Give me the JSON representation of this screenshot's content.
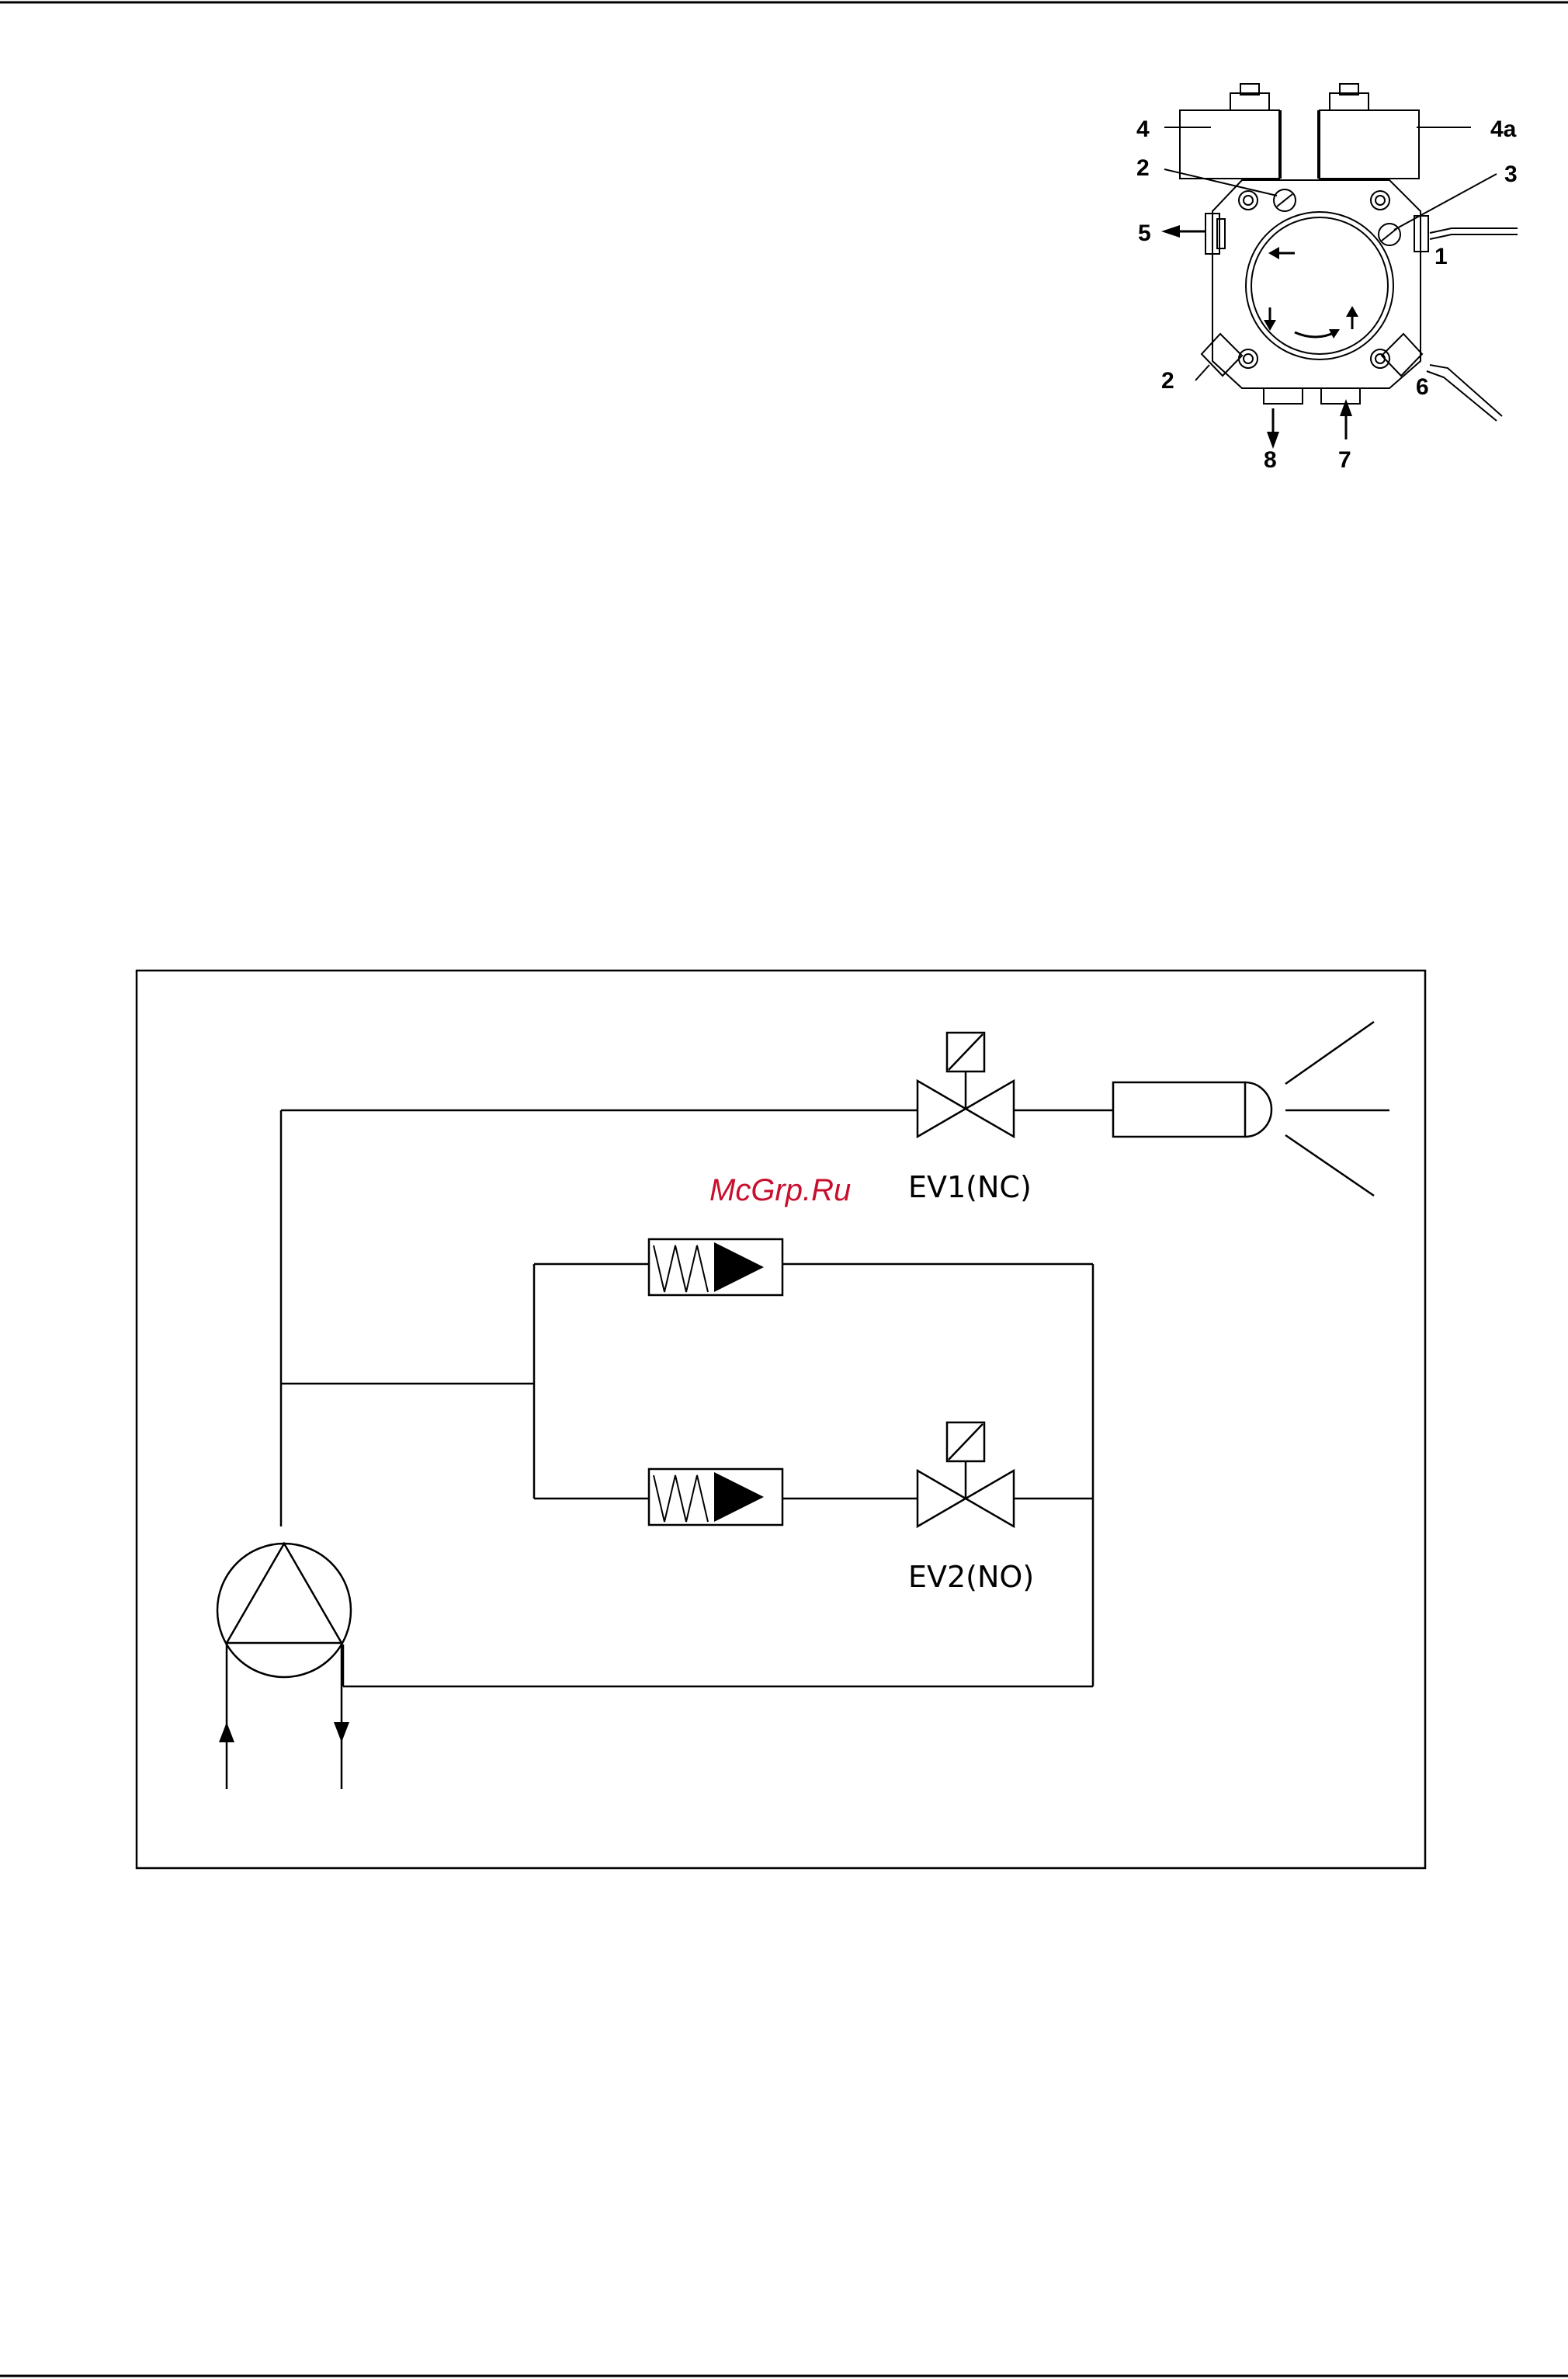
{
  "watermark": {
    "text": "McGrp.Ru",
    "color": "#c8102e"
  },
  "pump_figure": {
    "labels": {
      "l4": "4",
      "l4a": "4a",
      "l2_top": "2",
      "l3": "3",
      "l5": "5",
      "l1": "1",
      "l2_bottom": "2",
      "l6": "6",
      "l8": "8",
      "l7": "7"
    }
  },
  "schematic": {
    "valve_ev1": "EV1(NC)",
    "valve_ev2": "EV2(NO)"
  },
  "colors": {
    "line": "#000000",
    "background": "#ffffff"
  }
}
